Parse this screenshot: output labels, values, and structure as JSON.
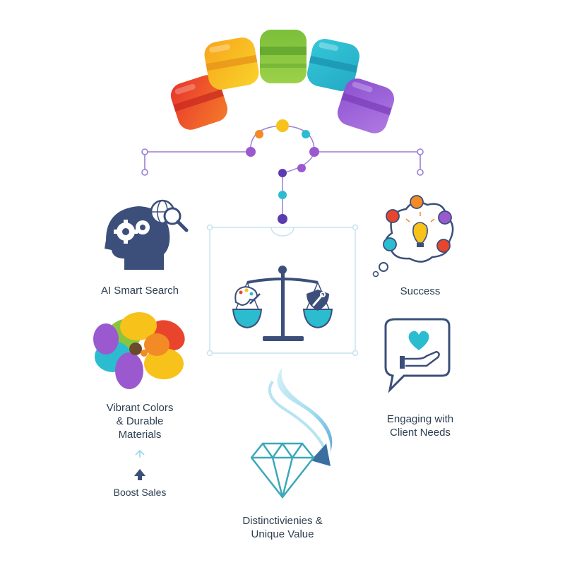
{
  "labels": {
    "ai_search": "AI Smart Search",
    "success": "Success",
    "vibrant_line1": "Vibrant Colors",
    "vibrant_line2": "& Durable",
    "vibrant_line3": "Materials",
    "engaging_line1": "Engaging with",
    "engaging_line2": "Client Needs",
    "boost": "Boost Sales",
    "distinct_line1": "Distinctivienies &",
    "distinct_line2": "Unique Value"
  },
  "colors": {
    "red": "#e8452c",
    "orange": "#f28a25",
    "yellow": "#f7c21a",
    "green": "#8bc53f",
    "teal": "#2cbcd0",
    "purple": "#9b59d0",
    "navy": "#3b4f7a",
    "line_purple": "#9a7fd6",
    "frame": "#c7e3f0",
    "diamond": "#3aa8b8",
    "swoosh": "#8fd3ea",
    "arrow": "#3a6fa0"
  },
  "icons": {
    "head": "head-gear-icon",
    "globe_search": "globe-magnifier-icon",
    "network": "idea-network-icon",
    "scale": "balance-scale-icon",
    "petals": "color-petals-icon",
    "heart_hand": "heart-hand-speech-icon",
    "diamond": "diamond-icon",
    "up_arrow": "up-arrow-icon"
  }
}
